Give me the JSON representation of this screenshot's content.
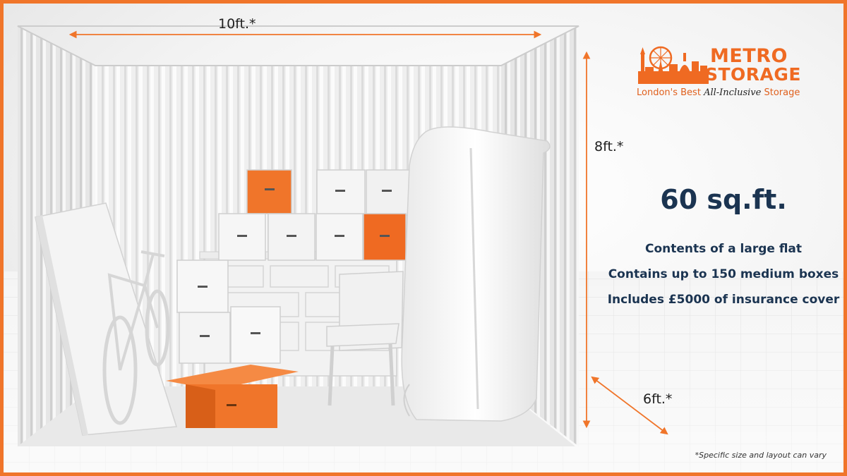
{
  "dimensions": {
    "width_label": "10ft.*",
    "height_label": "8ft.*",
    "depth_label": "6ft.*"
  },
  "logo": {
    "brand_line1": "METRO",
    "brand_line2": "STORAGE",
    "tagline_start": "London's Best ",
    "tagline_script": "All-Inclusive",
    "tagline_end": " Storage"
  },
  "unit": {
    "size": "60 sq.ft.",
    "features": [
      "Contents of a large flat",
      "Contains up to 150 medium boxes",
      "Includes £5000 of insurance cover"
    ]
  },
  "footnote": "*Specific size and layout can vary",
  "colors": {
    "accent_orange": "#f0752a",
    "text_navy": "#1b3451"
  },
  "icons": [
    "london-skyline-icon",
    "dimension-arrow-icon"
  ]
}
